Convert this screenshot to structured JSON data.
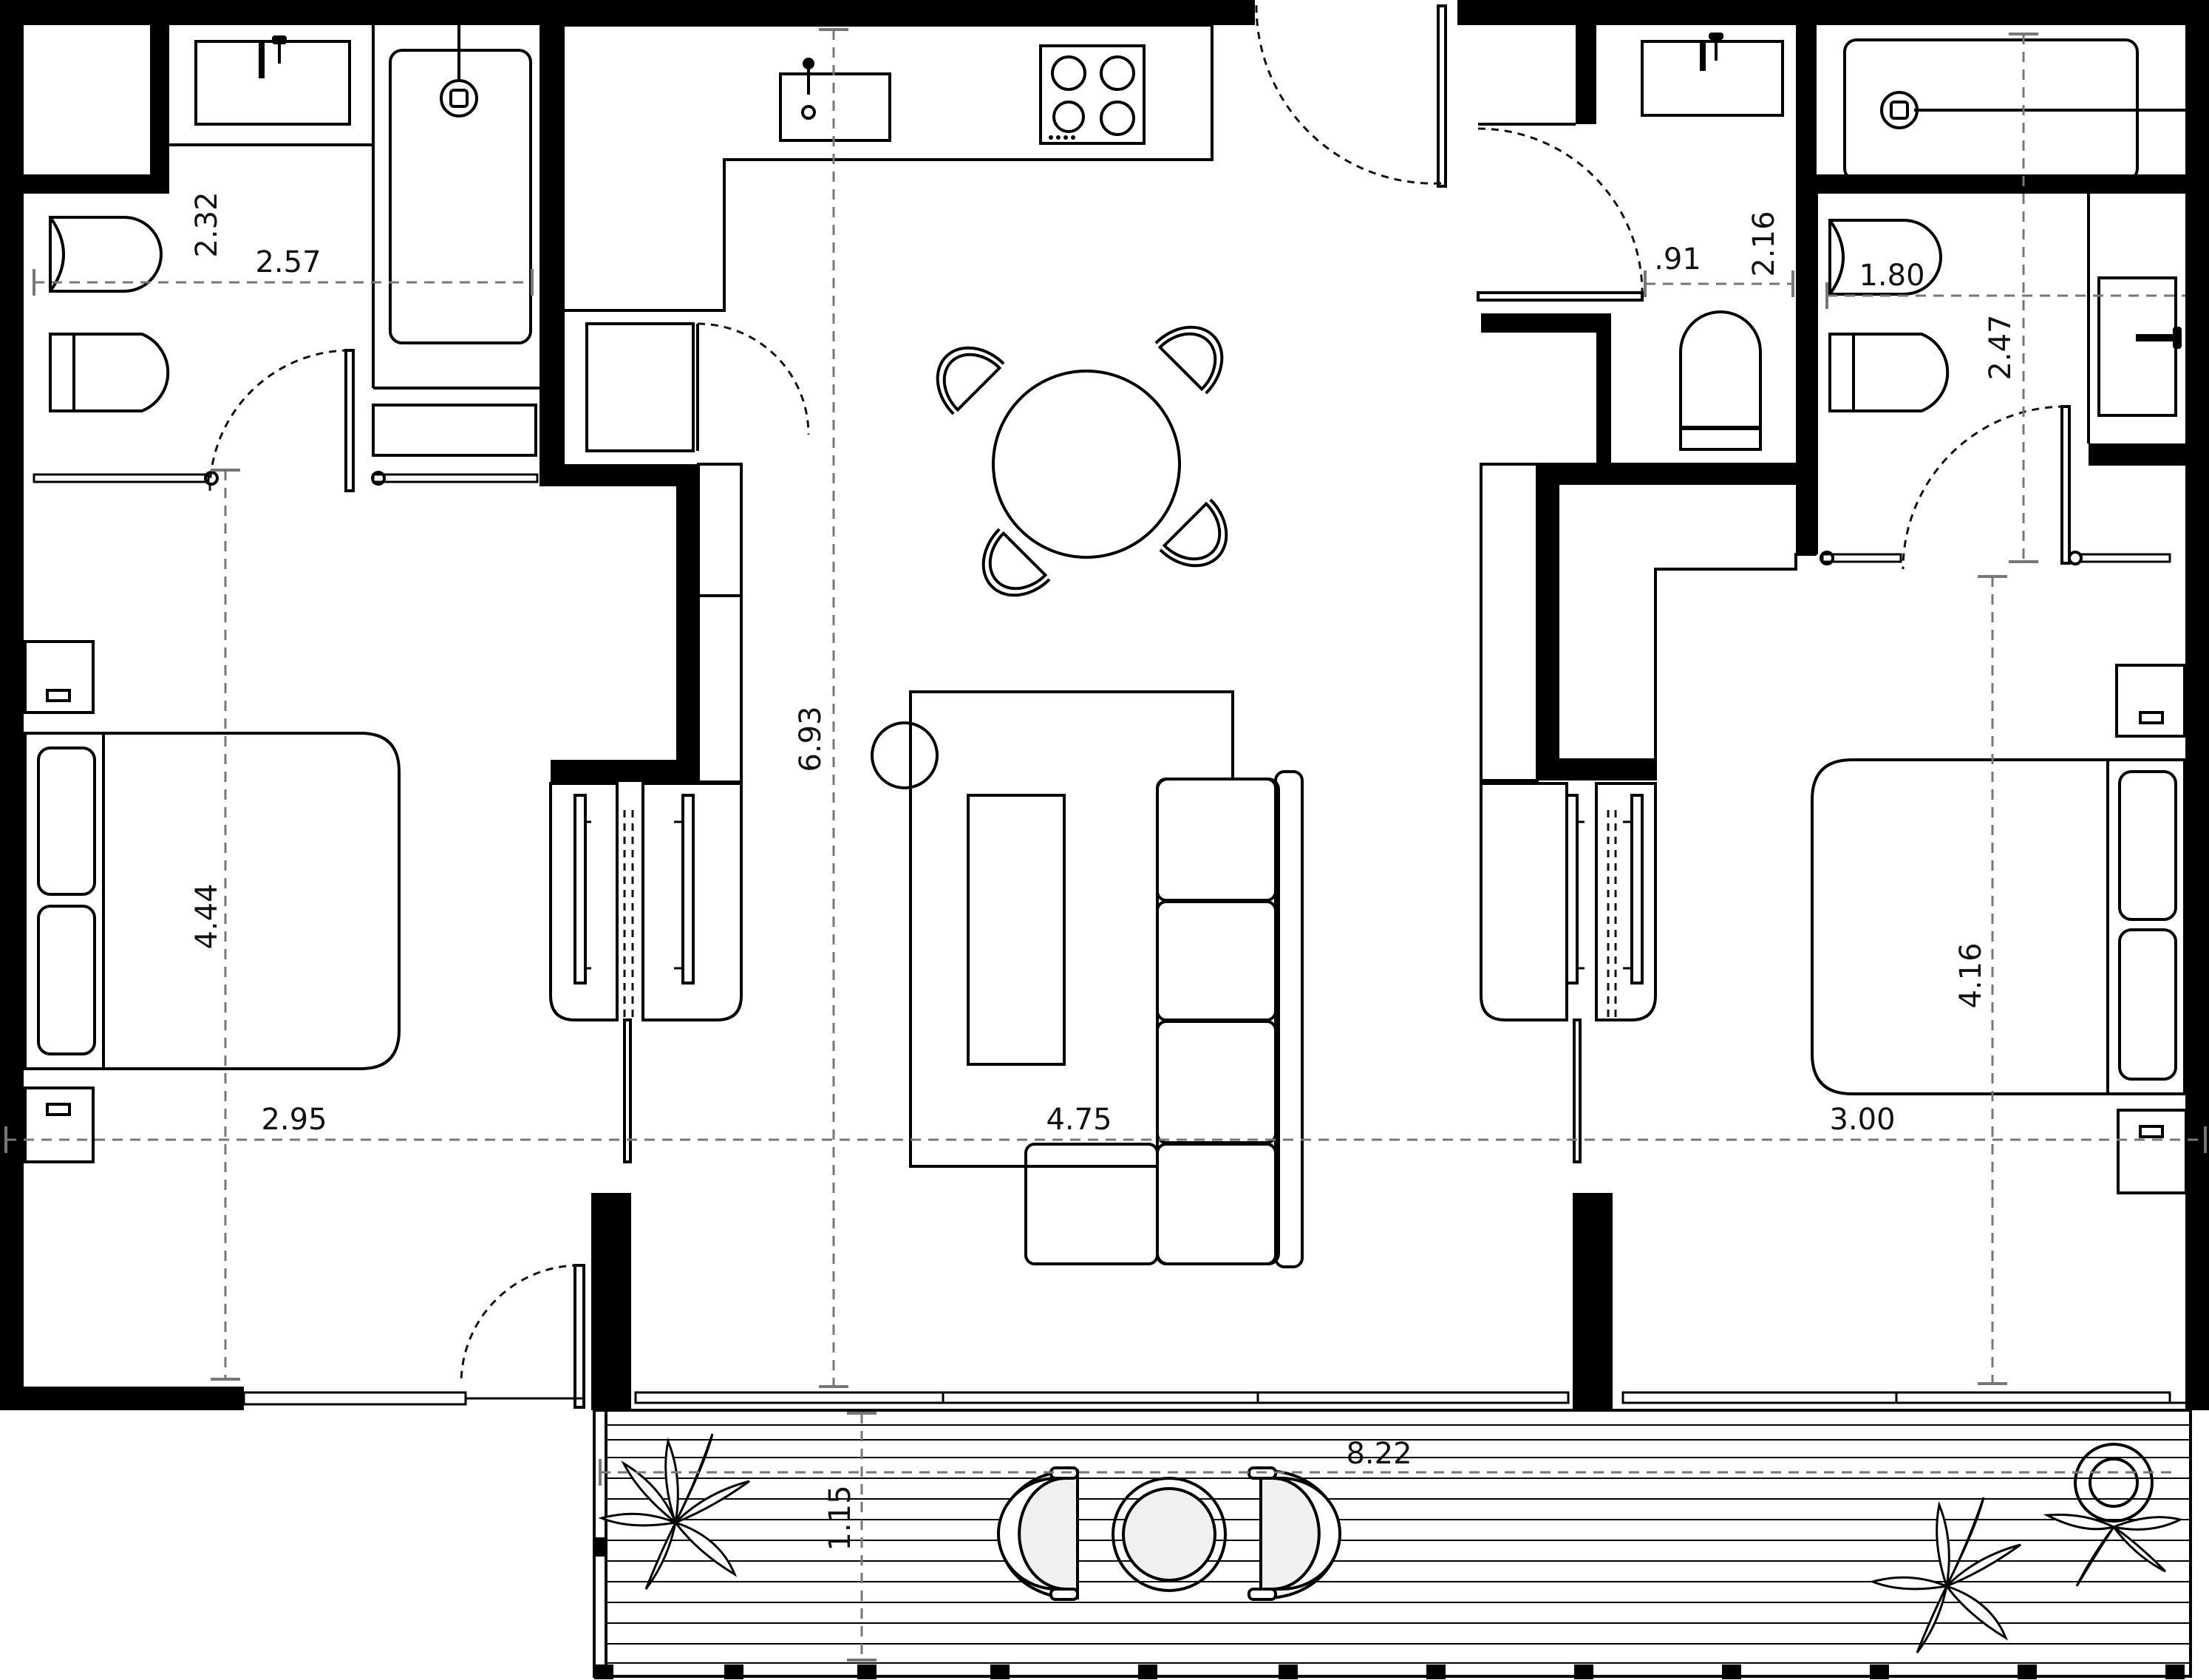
{
  "plan": {
    "dimensions": {
      "left_bath_height": "2.32",
      "left_bath_width": "2.57",
      "left_bedroom_height": "4.44",
      "left_bedroom_width": "2.95",
      "living_height": "6.93",
      "living_width": "4.75",
      "wc_width": ".91",
      "wc_height": "2.16",
      "right_bath_width": "1.80",
      "right_bath_height": "2.47",
      "right_bedroom_height": "4.16",
      "right_bedroom_width": "3.00",
      "terrace_width": "8.22",
      "terrace_depth": "1.15"
    }
  }
}
